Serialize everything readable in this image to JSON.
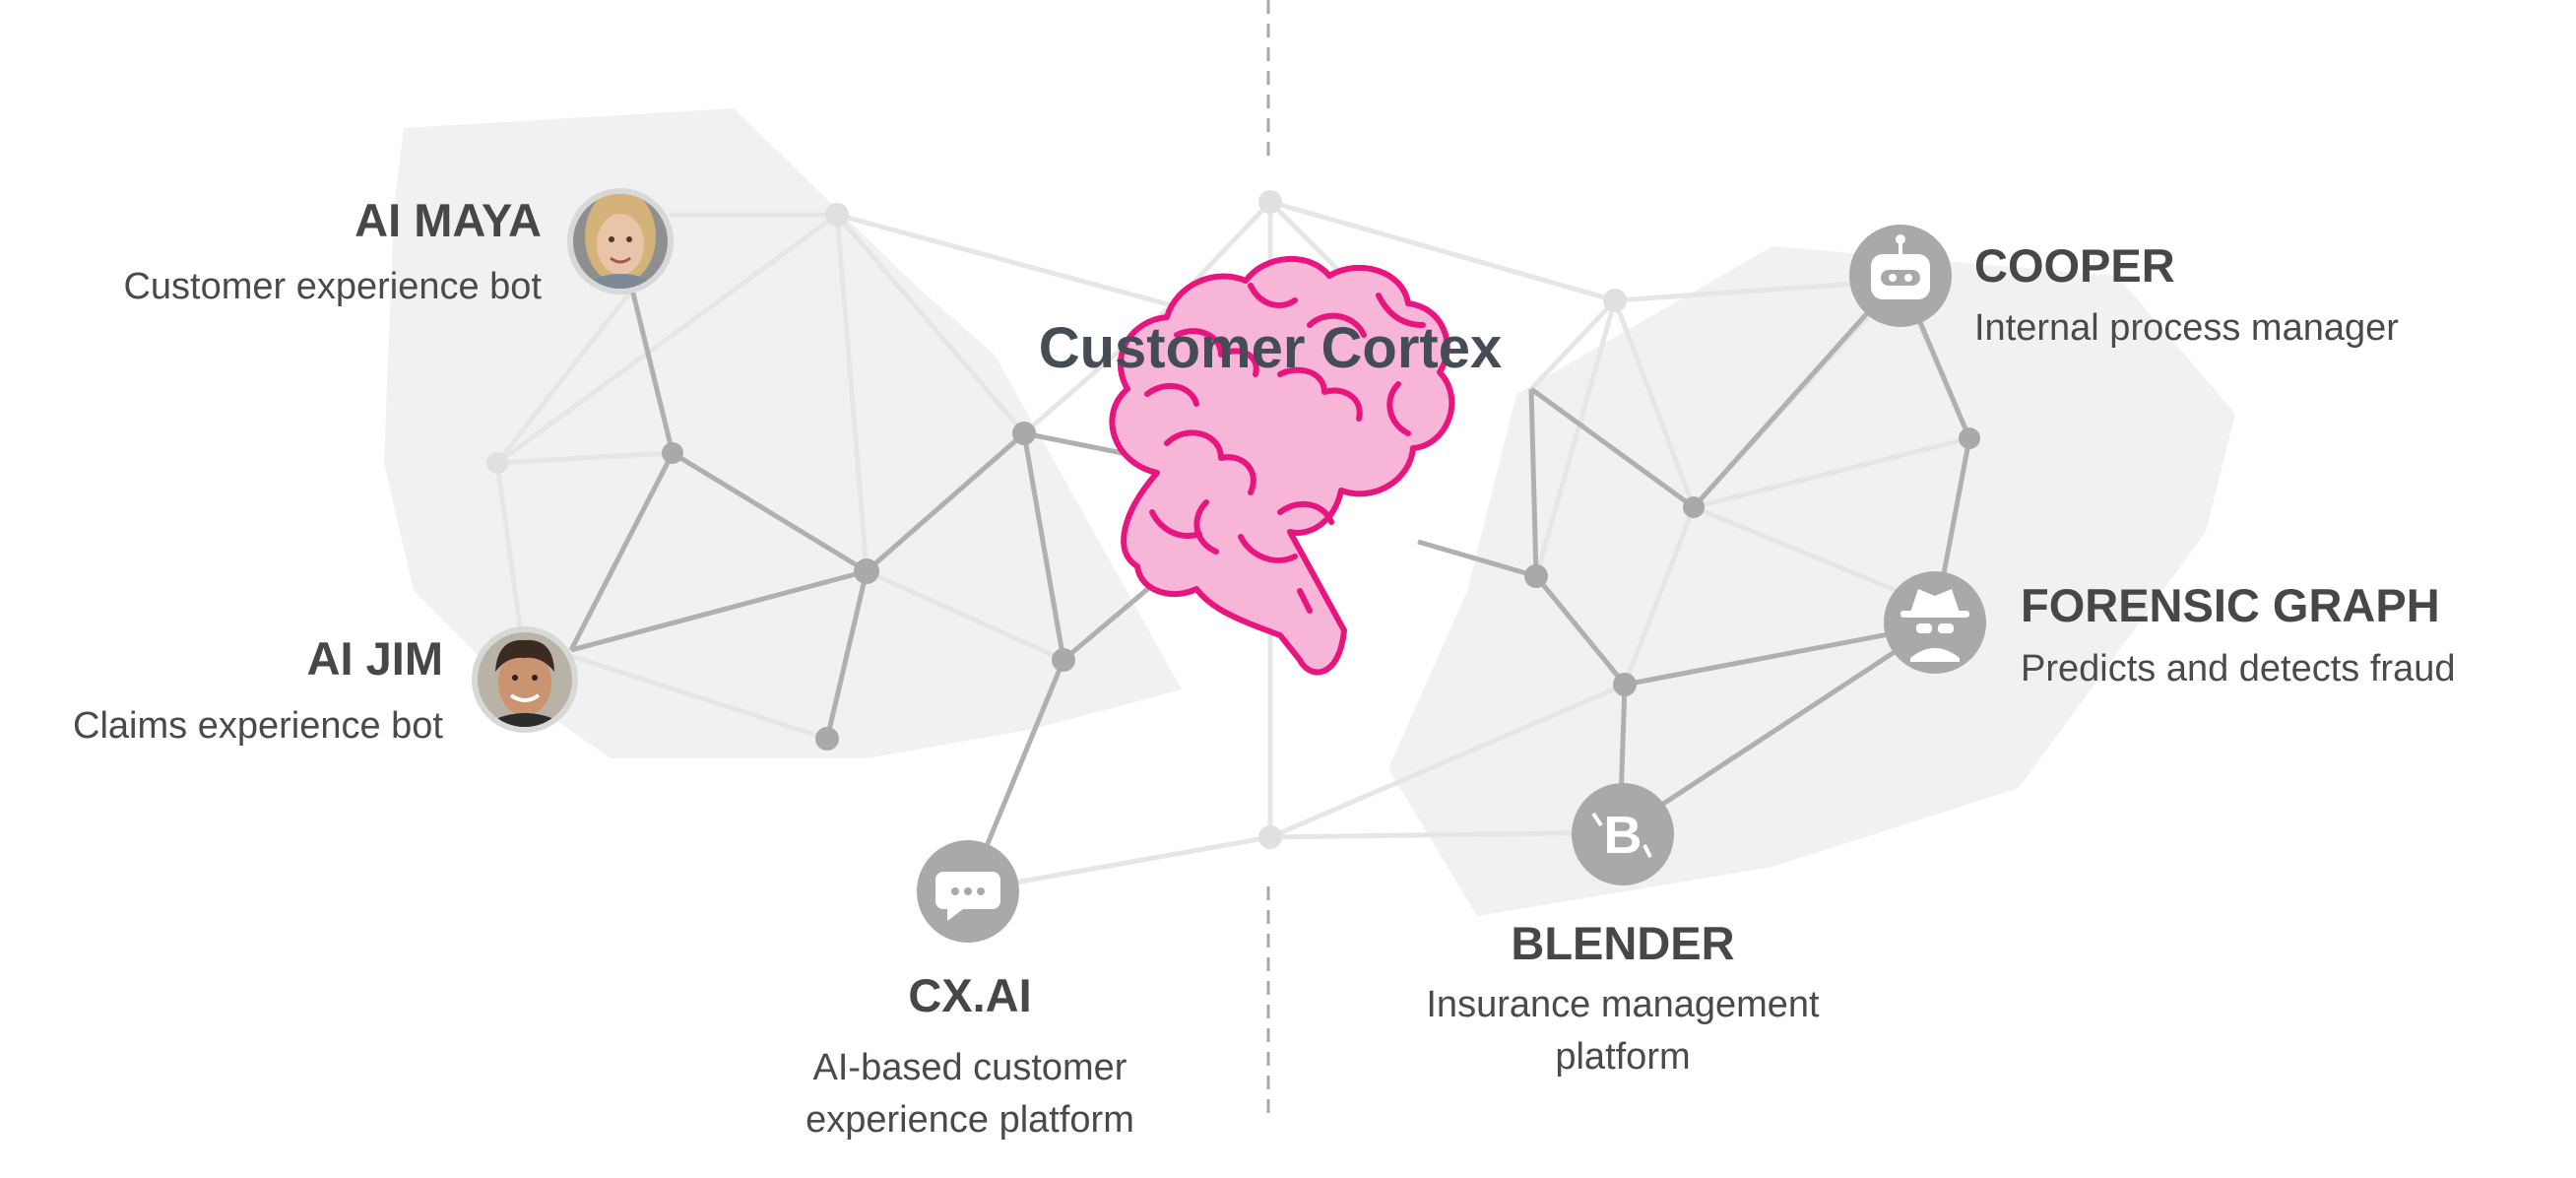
{
  "center": {
    "title": "Customer Cortex",
    "icon": "brain-icon",
    "accent": "#e8157e",
    "fill": "#f7b6d8"
  },
  "nodes": [
    {
      "id": "ai-maya",
      "title": "AI MAYA",
      "subtitle": "Customer experience bot",
      "icon": "woman-avatar"
    },
    {
      "id": "ai-jim",
      "title": "AI JIM",
      "subtitle": "Claims experience bot",
      "icon": "man-avatar"
    },
    {
      "id": "cx-ai",
      "title": "CX.AI",
      "subtitle_lines": [
        "AI-based customer",
        "experience platform"
      ],
      "icon": "chat-bubble-icon"
    },
    {
      "id": "cooper",
      "title": "COOPER",
      "subtitle": "Internal process manager",
      "icon": "robot-icon"
    },
    {
      "id": "forensic-graph",
      "title": "FORENSIC GRAPH",
      "subtitle": "Predicts and detects fraud",
      "icon": "spy-icon"
    },
    {
      "id": "blender",
      "title": "BLENDER",
      "subtitle_lines": [
        "Insurance management",
        "platform"
      ],
      "icon": "blender-b-icon"
    }
  ],
  "colors": {
    "node_gray": "#a9a9a9",
    "edge_dark": "#b0b0b0",
    "edge_light": "#e6e6e6",
    "region": "#f1f1f1"
  }
}
